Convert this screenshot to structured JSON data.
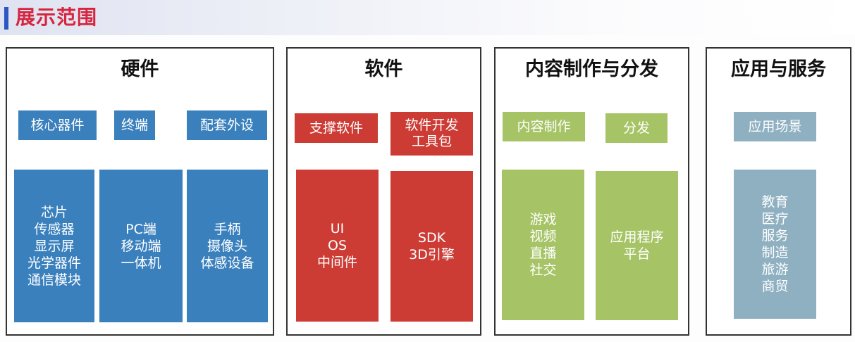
{
  "page_title": "展示范围",
  "colors": {
    "title_text": "#d6263f",
    "title_mark": "#2c55c6",
    "hardware": "#3a80bd",
    "software": "#cc3c35",
    "content": "#a6c466",
    "application": "#8eb0c1"
  },
  "panels": {
    "hardware": {
      "title": "硬件",
      "labels": [
        "核心器件",
        "终端",
        "配套外设"
      ],
      "contents": [
        "芯片\n传感器\n显示屏\n光学器件\n通信模块",
        "PC端\n移动端\n一体机",
        "手柄\n摄像头\n体感设备"
      ]
    },
    "software": {
      "title": "软件",
      "labels": [
        "支撑软件",
        "软件开发\n工具包"
      ],
      "contents": [
        "UI\nOS\n中间件",
        "SDK\n3D引擎"
      ]
    },
    "content": {
      "title": "内容制作与分发",
      "labels": [
        "内容制作",
        "分发"
      ],
      "contents": [
        "游戏\n视频\n直播\n社交",
        "应用程序\n平台"
      ]
    },
    "application": {
      "title": "应用与服务",
      "labels": [
        "应用场景"
      ],
      "contents": [
        "教育\n医疗\n服务\n制造\n旅游\n商贸"
      ]
    }
  }
}
